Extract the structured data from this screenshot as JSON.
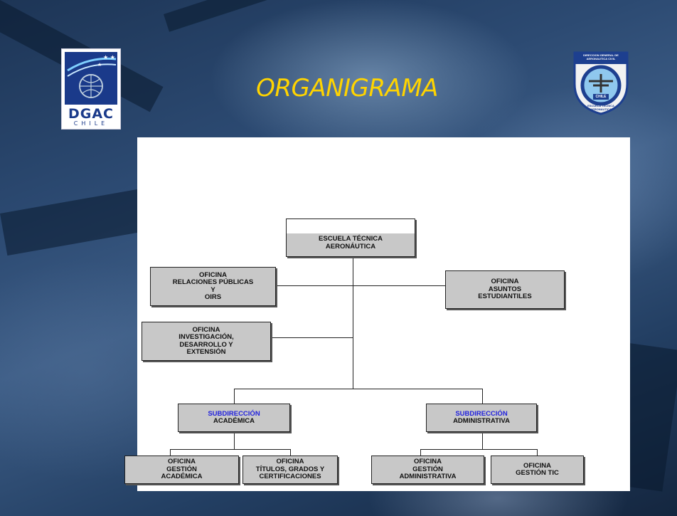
{
  "slide": {
    "title": "ORGANIGRAMA",
    "title_color": "#ffd400",
    "logo_left": {
      "text": "DGAC",
      "subtext": "CHILE"
    },
    "logo_right": {
      "top_text": "DIRECCION GENERAL DE AERONAUTICA CIVIL",
      "ring_text": "ESCUELA TECNICA AERONAUTICA",
      "flag_text": "CHILE"
    }
  },
  "org_chart": {
    "root": {
      "lines": [
        "ESCUELA TÉCNICA",
        "AERONÁUTICA"
      ]
    },
    "left_offices": [
      {
        "lines": [
          "OFICINA",
          "RELACIONES PÚBLICAS",
          "Y",
          "OIRS"
        ]
      },
      {
        "lines": [
          "OFICINA",
          "INVESTIGACIÓN,",
          "DESARROLLO Y",
          "EXTENSIÓN"
        ]
      }
    ],
    "right_office": {
      "lines": [
        "OFICINA",
        "ASUNTOS",
        "ESTUDIANTILES"
      ]
    },
    "subdirections": [
      {
        "heading": "SUBDIRECCIÓN",
        "name": "ACADÉMICA",
        "children": [
          {
            "lines": [
              "OFICINA",
              "GESTIÓN",
              "ACADÉMICA"
            ]
          },
          {
            "lines": [
              "OFICINA",
              "TÍTULOS, GRADOS Y",
              "CERTIFICACIONES"
            ]
          }
        ]
      },
      {
        "heading": "SUBDIRECCIÓN",
        "name": "ADMINISTRATIVA",
        "children": [
          {
            "lines": [
              "OFICINA",
              "GESTIÓN",
              "ADMINISTRATIVA"
            ]
          },
          {
            "lines": [
              "OFICINA",
              "GESTIÓN TIC"
            ]
          }
        ]
      }
    ],
    "heading_color": "#2222dd"
  }
}
